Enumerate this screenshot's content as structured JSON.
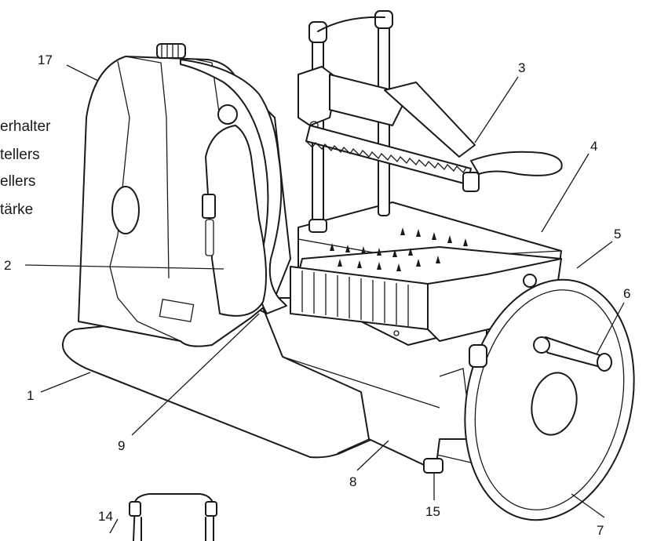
{
  "side_text": [
    "erhalter",
    "tellers",
    "ellers",
    "tärke"
  ],
  "callouts": [
    {
      "id": "17",
      "text": "17"
    },
    {
      "id": "3",
      "text": "3"
    },
    {
      "id": "4",
      "text": "4"
    },
    {
      "id": "5",
      "text": "5"
    },
    {
      "id": "6",
      "text": "6"
    },
    {
      "id": "2",
      "text": "2"
    },
    {
      "id": "1",
      "text": "1"
    },
    {
      "id": "9",
      "text": "9"
    },
    {
      "id": "8",
      "text": "8"
    },
    {
      "id": "15",
      "text": "15"
    },
    {
      "id": "7",
      "text": "7"
    },
    {
      "id": "14",
      "text": "14"
    }
  ]
}
